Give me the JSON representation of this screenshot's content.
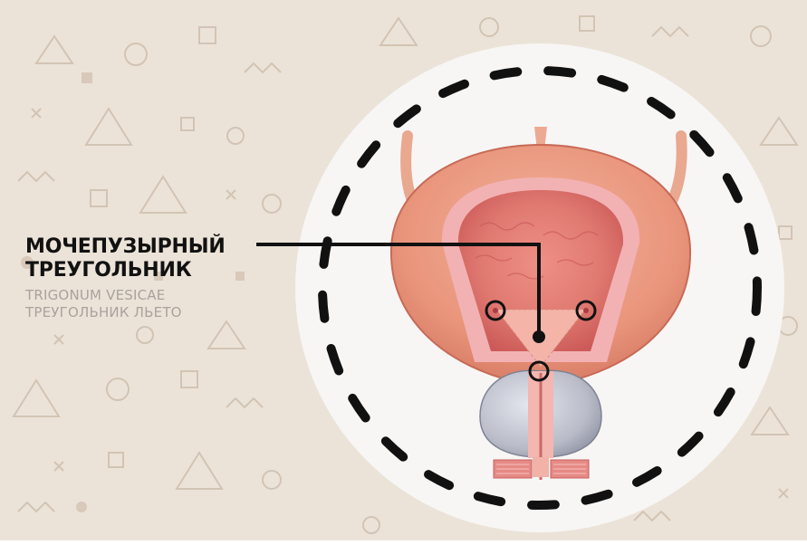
{
  "label": {
    "title_line1": "МОЧЕПУЗЫРНЫЙ",
    "title_line2": "ТРЕУГОЛЬНИК",
    "subtitle_line1": "TRIGONUM VESICAE",
    "subtitle_line2": "ТРЕУГОЛЬНИК ЛЬЕТО"
  },
  "colors": {
    "background": "#ece3d8",
    "pattern": "#d2c4b4",
    "circle": "#f7f6f5",
    "dash": "#111111",
    "bladder_wall": "#e9957c",
    "mucosa": "#dc6f65",
    "prostate": "#b9bcc8",
    "pointer": "#111111"
  },
  "icons": [
    "bladder-illustration",
    "prostate-illustration",
    "ureter-orifice-marker",
    "pointer-dot"
  ]
}
